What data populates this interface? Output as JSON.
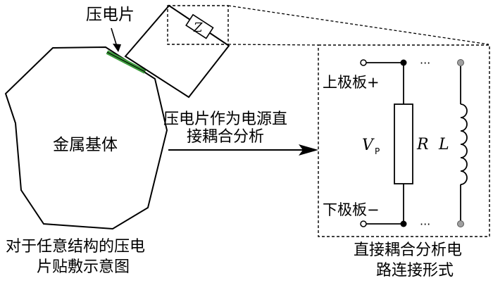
{
  "labels": {
    "piezo": "压电片",
    "metal_base": "金属基体",
    "caption_left_1": "对于任意结构的压电",
    "caption_left_2": "片贴敷示意图",
    "arrow_text_1": "压电片作为电源直",
    "arrow_text_2": "接耦合分析",
    "top_plate": "上极板+",
    "bottom_plate": "下极板−",
    "caption_right_1": "直接耦合分析电",
    "caption_right_2": "路连接形式",
    "impedance": "Z",
    "source": "V",
    "source_sub": "P",
    "resistor": "R",
    "inductor": "L",
    "ellipsis_top": "···",
    "ellipsis_bottom": "···"
  },
  "colors": {
    "piezo_patch": "#3a9a3a",
    "stroke": "#000000",
    "terminal_gray": "#a0a0a0"
  }
}
